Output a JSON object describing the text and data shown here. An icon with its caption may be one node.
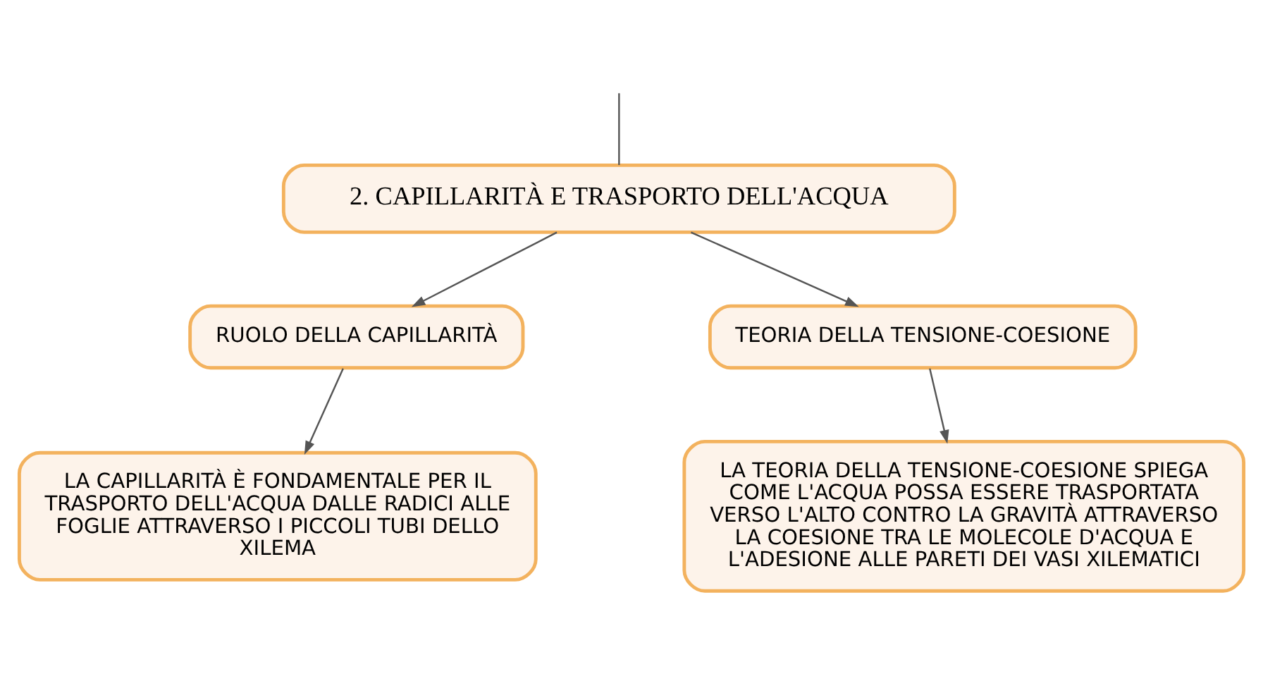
{
  "diagram": {
    "nodes": [
      {
        "text": [
          "2. CAPILLARITÀ E TRASPORTO DELL'ACQUA"
        ]
      },
      {
        "text": [
          "RUOLO DELLA CAPILLARITÀ"
        ]
      },
      {
        "text": [
          "TEORIA DELLA TENSIONE-COESIONE"
        ]
      },
      {
        "text": [
          "LA CAPILLARITÀ È FONDAMENTALE PER IL TRASPORTO DELL'ACQUA DALLE RADICI ALLE FOGLIE ATTRAVERSO I PICCOLI TUBI DELLO XILEMA"
        ]
      },
      {
        "text": [
          "LA TEORIA DELLA TENSIONE-COESIONE SPIEGA COME L'ACQUA POSSA ESSERE TRASPORTATA VERSO L'ALTO CONTRO LA GRAVITÀ ATTRAVERSO LA COESIONE TRA LE MOLECOLE D'ACQUA E L'ADESIONE ALLE PARETI DEI VASI XILEMATICI"
        ]
      }
    ],
    "edges": [
      {
        "from": null,
        "to": 0,
        "arrow": "none"
      },
      {
        "from": 0,
        "to": 1,
        "arrow": "to"
      },
      {
        "from": 0,
        "to": 2,
        "arrow": "to"
      },
      {
        "from": 1,
        "to": 3,
        "arrow": "to"
      },
      {
        "from": 2,
        "to": 4,
        "arrow": "to"
      }
    ]
  }
}
